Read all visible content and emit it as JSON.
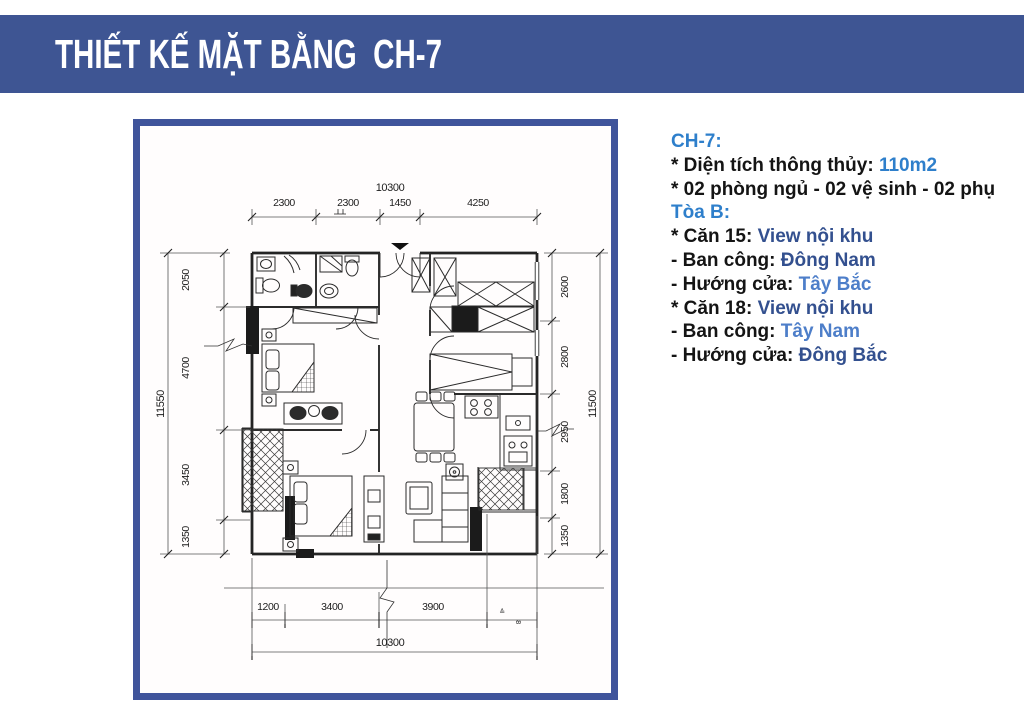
{
  "colors": {
    "header-bg": "#3e5593",
    "frame-border": "#3f549b",
    "accent-bright": "#2e7fcb",
    "accent-navy": "#33508f",
    "accent-steel": "#4d7ec9",
    "plan-ink": "#2b2b2b"
  },
  "header": {
    "title": "THIẾT KẾ MẶT BẰNG  CH-7"
  },
  "info_panel": {
    "lines": [
      {
        "label": "CH-7:",
        "value": ""
      },
      {
        "label": "* Diện tích thông thủy: ",
        "value": "110m2"
      },
      {
        "label": "* 02 phòng ngủ - 02 vệ sinh - 02 phụ",
        "value": ""
      },
      {
        "label": "Tòa B:",
        "value": ""
      },
      {
        "label": "* Căn 15: ",
        "value": "View nội khu"
      },
      {
        "label": "- Ban công: ",
        "value": "Đông Nam"
      },
      {
        "label": "- Hướng cửa: ",
        "value": "Tây Bắc"
      },
      {
        "label": "* Căn 18: ",
        "value": "View nội khu"
      },
      {
        "label": "- Ban công: ",
        "value": "Tây Nam"
      },
      {
        "label": "- Hướng cửa: ",
        "value": "Đông Bắc"
      }
    ]
  },
  "plan": {
    "dims": {
      "top_overall": "10300",
      "top_segments": [
        "2300",
        "2300",
        "1450",
        "4250"
      ],
      "left_overall": "11550",
      "left_segments": [
        "2050",
        "4700",
        "3450",
        "1350"
      ],
      "right_overall": "11500",
      "right_segments": [
        "2600",
        "2800",
        "2950",
        "1800",
        "1350"
      ],
      "bottom_segments": [
        "1200",
        "3400",
        "3900"
      ],
      "bottom_overall": "10300",
      "bottom_marks": [
        "≙",
        "8"
      ]
    }
  }
}
